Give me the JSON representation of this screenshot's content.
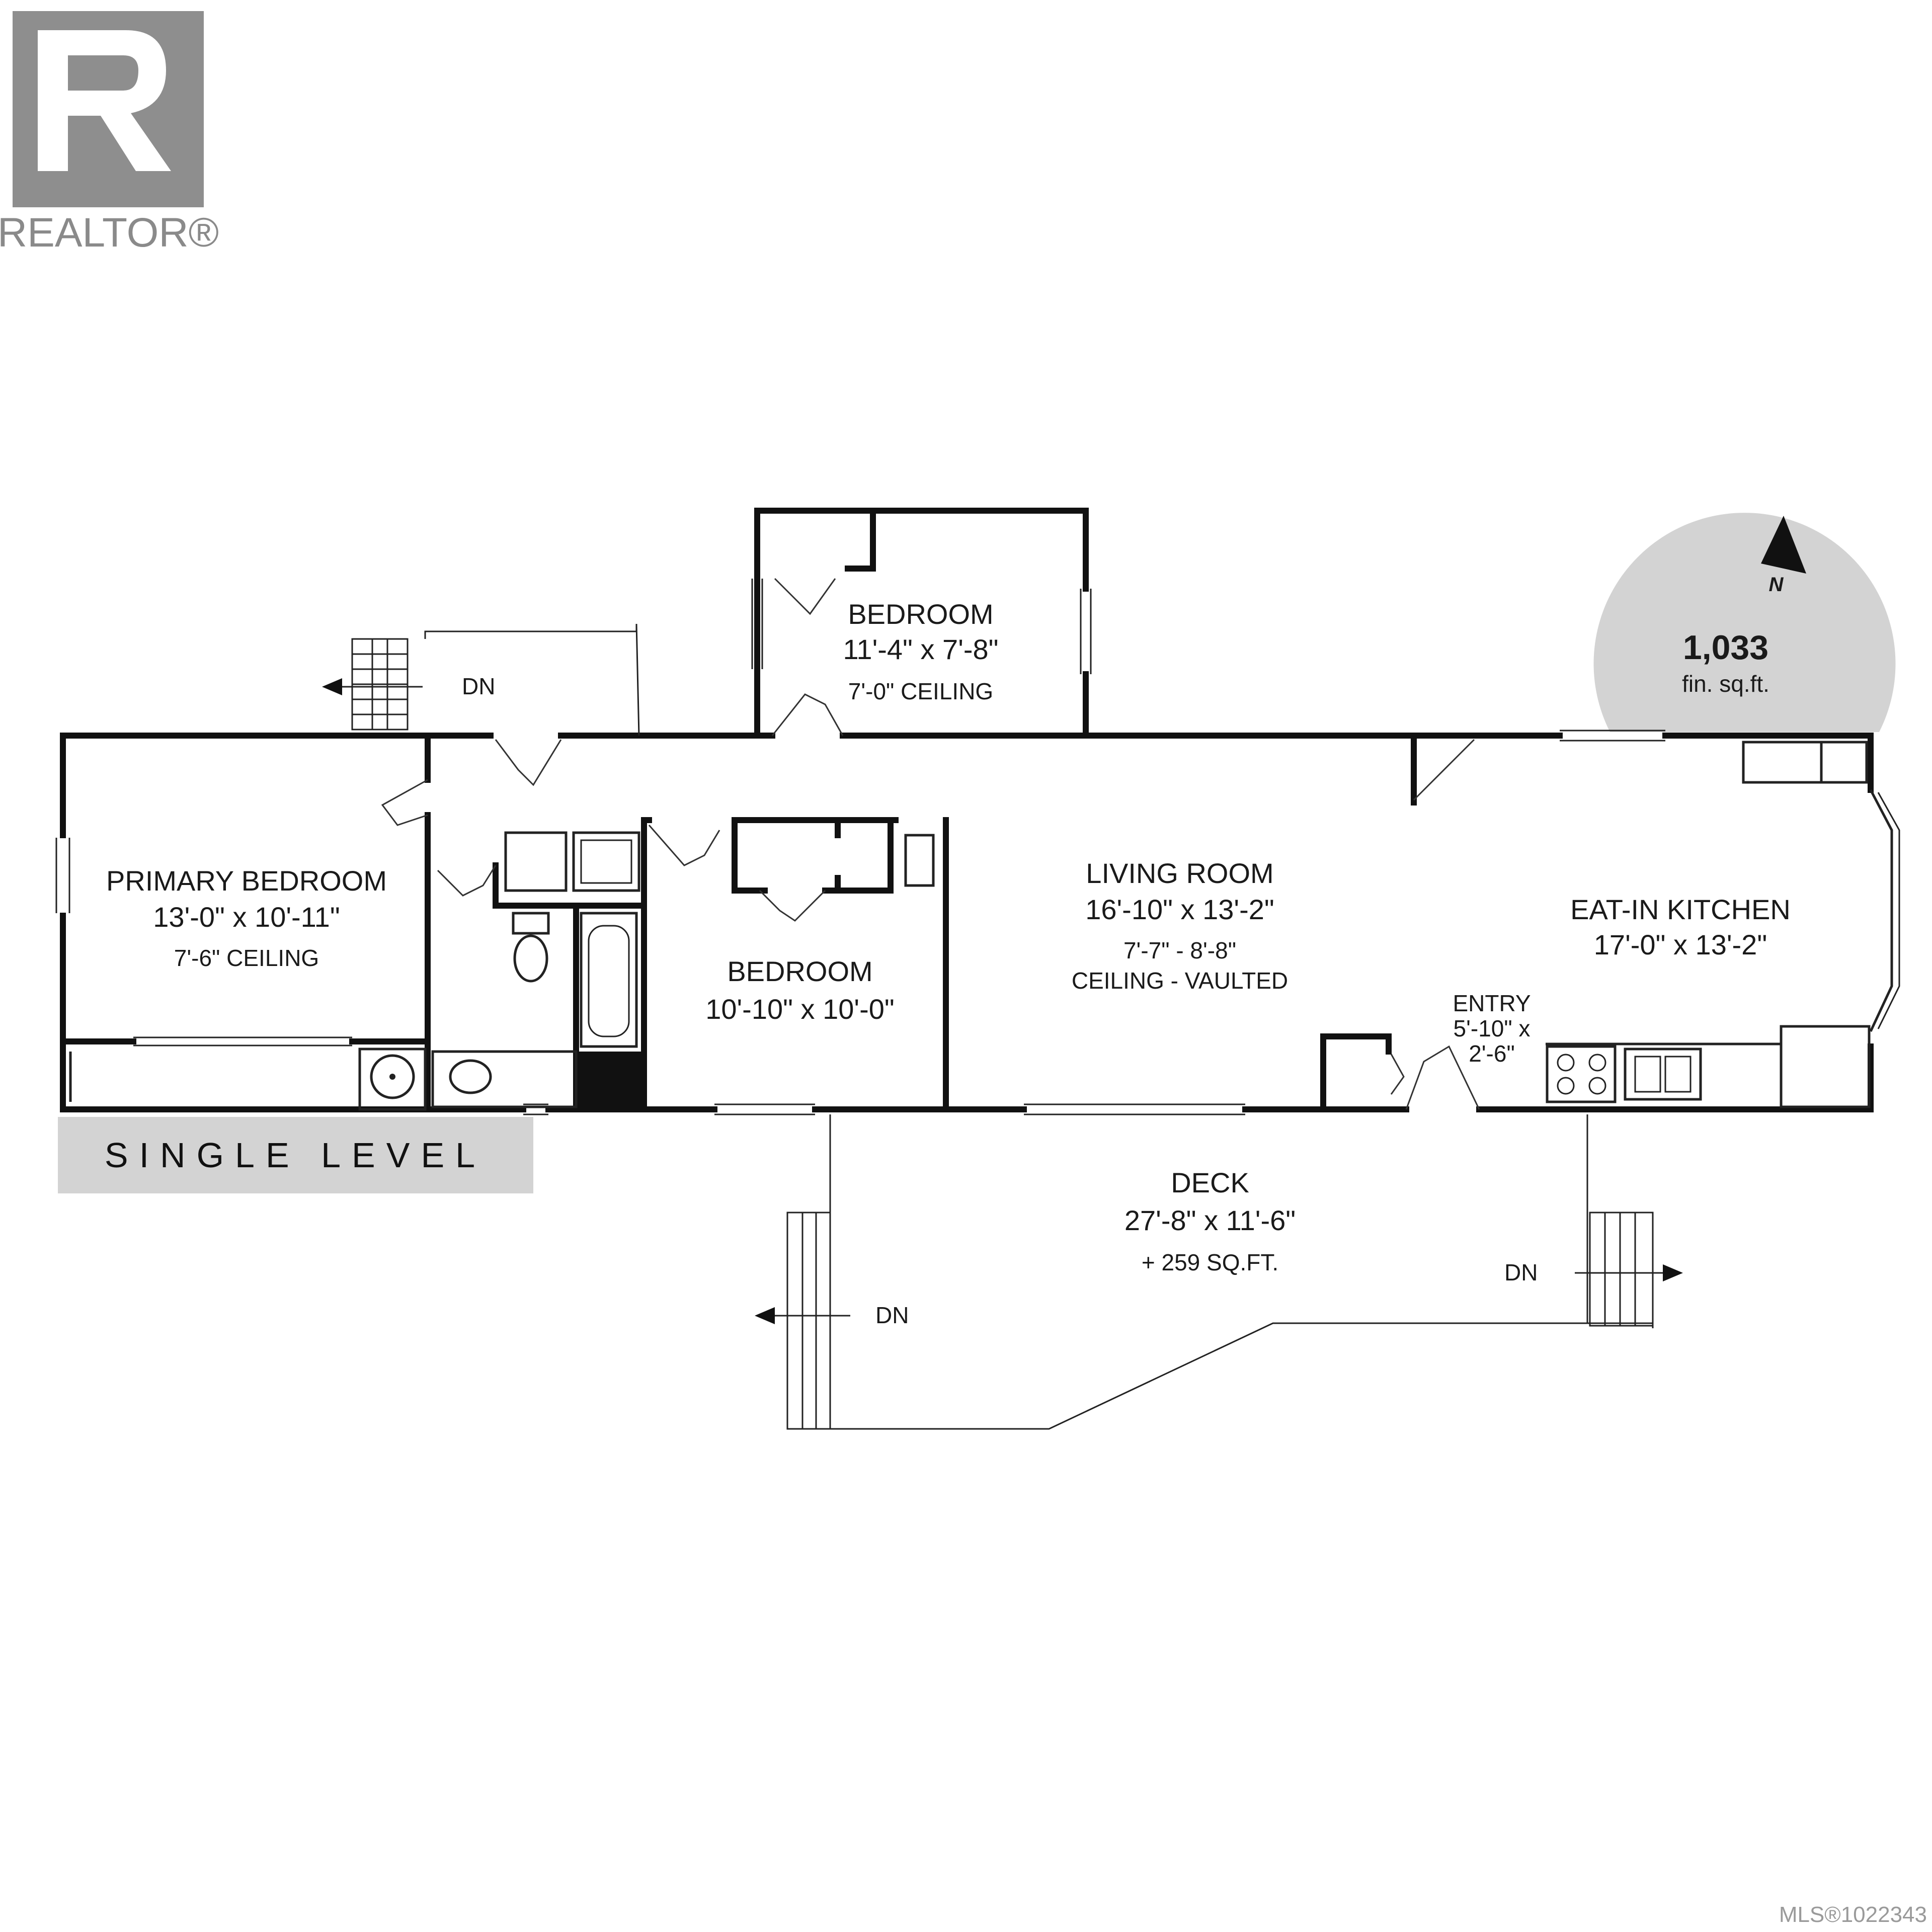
{
  "logo": {
    "text": "REALTOR®",
    "icon": "realtor-r-logo"
  },
  "rooms": {
    "bedroom_top": {
      "name": "BEDROOM",
      "dims": "11'-4\" x 7'-8\"",
      "ceiling": "7'-0\" CEILING"
    },
    "primary_bedroom": {
      "name": "PRIMARY BEDROOM",
      "dims": "13'-0\" x 10'-11\"",
      "ceiling": "7'-6\" CEILING"
    },
    "bedroom_mid": {
      "name": "BEDROOM",
      "dims": "10'-10\" x 10'-0\""
    },
    "living_room": {
      "name": "LIVING ROOM",
      "dims": "16'-10\" x 13'-2\"",
      "ceiling_1": "7'-7\" - 8'-8\"",
      "ceiling_2": "CEILING - VAULTED"
    },
    "kitchen": {
      "name": "EAT-IN KITCHEN",
      "dims": "17'-0\" x 13'-2\""
    },
    "entry": {
      "name": "ENTRY",
      "dims_1": "5'-10\" x",
      "dims_2": "2'-6\""
    },
    "deck": {
      "name": "DECK",
      "dims": "27'-8\" x 11'-6\"",
      "area": "+ 259 SQ.FT."
    }
  },
  "stairs": {
    "top_left": "DN",
    "deck_left": "DN",
    "deck_right": "DN"
  },
  "area_badge": {
    "value": "1,033",
    "unit": "fin. sq.ft.",
    "compass": "N",
    "color": "#d3d3d3"
  },
  "level_label": "SINGLE LEVEL",
  "mls": "MLS®1022343",
  "colors": {
    "wall": "#111111",
    "badge": "#d3d3d3"
  }
}
